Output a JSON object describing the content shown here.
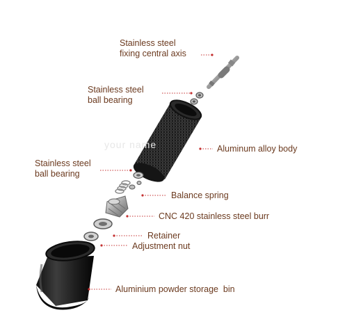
{
  "watermark": "your name",
  "colors": {
    "label_text": "#6b3a1f",
    "leader_line": "#c43030",
    "metal_dark": "#1b1b1b",
    "metal_light": "#c9c9c9"
  },
  "labels": {
    "central_axis": "Stainless steel\nfixing central axis",
    "ball_bearing_top": "Stainless steel\nball bearing",
    "body": "Aluminum alloy body",
    "ball_bearing_bottom": "Stainless steel\nball bearing",
    "spring": "Balance spring",
    "burr": "CNC 420 stainless steel burr",
    "retainer": "Retainer",
    "adjustment_nut": "Adjustment nut",
    "storage_bin": "Aluminium powder storage  bin"
  }
}
